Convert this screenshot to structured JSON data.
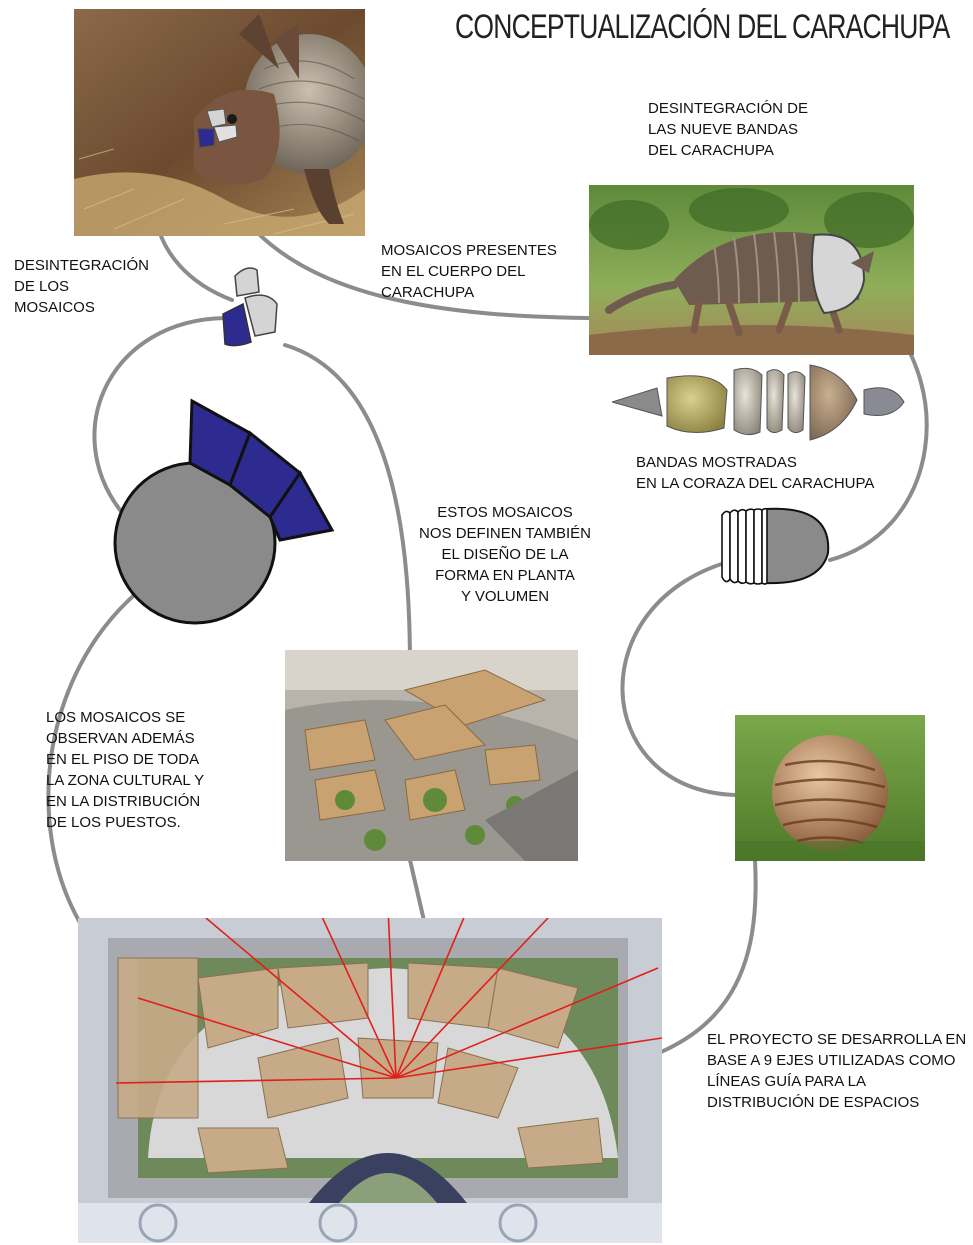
{
  "title": "CONCEPTUALIZACIÓN DEL CARACHUPA",
  "labels": {
    "bands_disintegration": "DESINTEGRACIÓN DE\nLAS NUEVE BANDAS\nDEL CARACHUPA",
    "mosaics_disintegration": "DESINTEGRACIÓN\nDE LOS\nMOSAICOS",
    "mosaics_body": "MOSAICOS PRESENTES\nEN EL CUERPO DEL\nCARACHUPA",
    "bands_shell": "BANDAS MOSTRADAS\nEN LA CORAZA DEL CARACHUPA",
    "mosaics_design": "ESTOS MOSAICOS\nNOS DEFINEN TAMBIÉN\nEL DISEÑO DE LA\nFORMA EN PLANTA\nY VOLUMEN",
    "mosaics_floor": "LOS MOSAICOS SE\nOBSERVAN ADEMÁS\nEN EL PISO DE TODA\nLA ZONA CULTURAL Y\nEN LA DISTRIBUCIÓN\nDE LOS PUESTOS.",
    "project_axes": "EL PROYECTO SE  DESARROLLA EN\nBASE A 9 EJES UTILIZADAS COMO\nLÍNEAS GUÍA PARA  LA\nDISTRIBUCIÓN DE ESPACIOS"
  },
  "colors": {
    "mosaic_blue": "#2d2b8f",
    "mosaic_grey": "#d4d4d4",
    "circle_grey": "#8a8a8a",
    "connector": "#8c8c8c",
    "axis_red": "#e0201a"
  }
}
